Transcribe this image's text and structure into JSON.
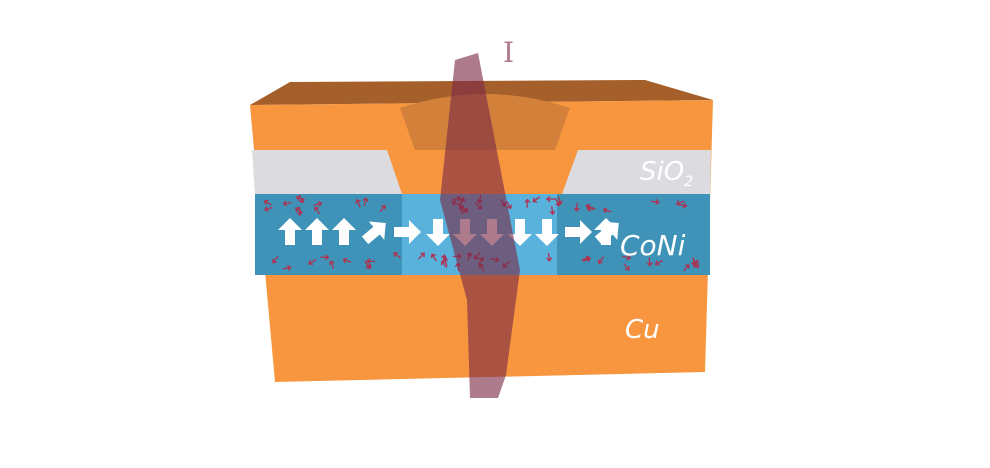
{
  "labels": {
    "current": "I",
    "oxide": "SiO",
    "oxide_subscript": "2",
    "magnetic_layer": "CoNi",
    "substrate": "Cu"
  },
  "magnetization_arrows": [
    "up",
    "up",
    "up",
    "up-right",
    "right",
    "down",
    "down",
    "down",
    "down",
    "down",
    "right",
    "up-right",
    "up"
  ],
  "colors": {
    "copper": "#f7963f",
    "copper_top": "#a55f2a",
    "oxide": "#dcdbe0",
    "coni_dark": "#3f93b8",
    "coni_light": "#58b2dc",
    "current_beam": "#7a2a45",
    "current_label": "#b07a8e"
  }
}
